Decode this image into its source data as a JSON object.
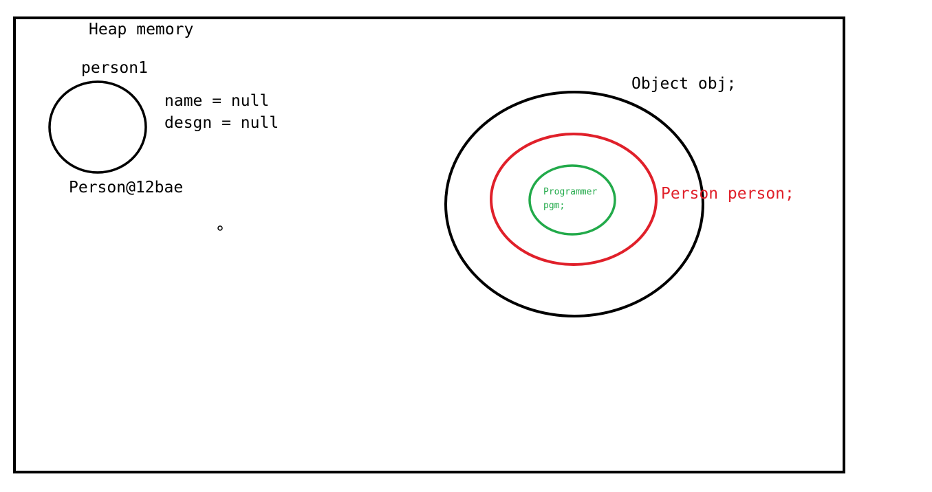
{
  "heap": {
    "title": "Heap memory",
    "object_ref_name": "person1",
    "fields": [
      "name = null",
      "desgn = null"
    ],
    "object_address": "Person@12bae"
  },
  "hierarchy": {
    "outer_label": "Object obj;",
    "middle_label": "Person person;",
    "inner_label_line1": "Programmer",
    "inner_label_line2": "pgm;"
  },
  "colors": {
    "border": "#000000",
    "outer": "#000000",
    "middle": "#e0202a",
    "inner": "#22aa4a",
    "text": "#000000"
  }
}
